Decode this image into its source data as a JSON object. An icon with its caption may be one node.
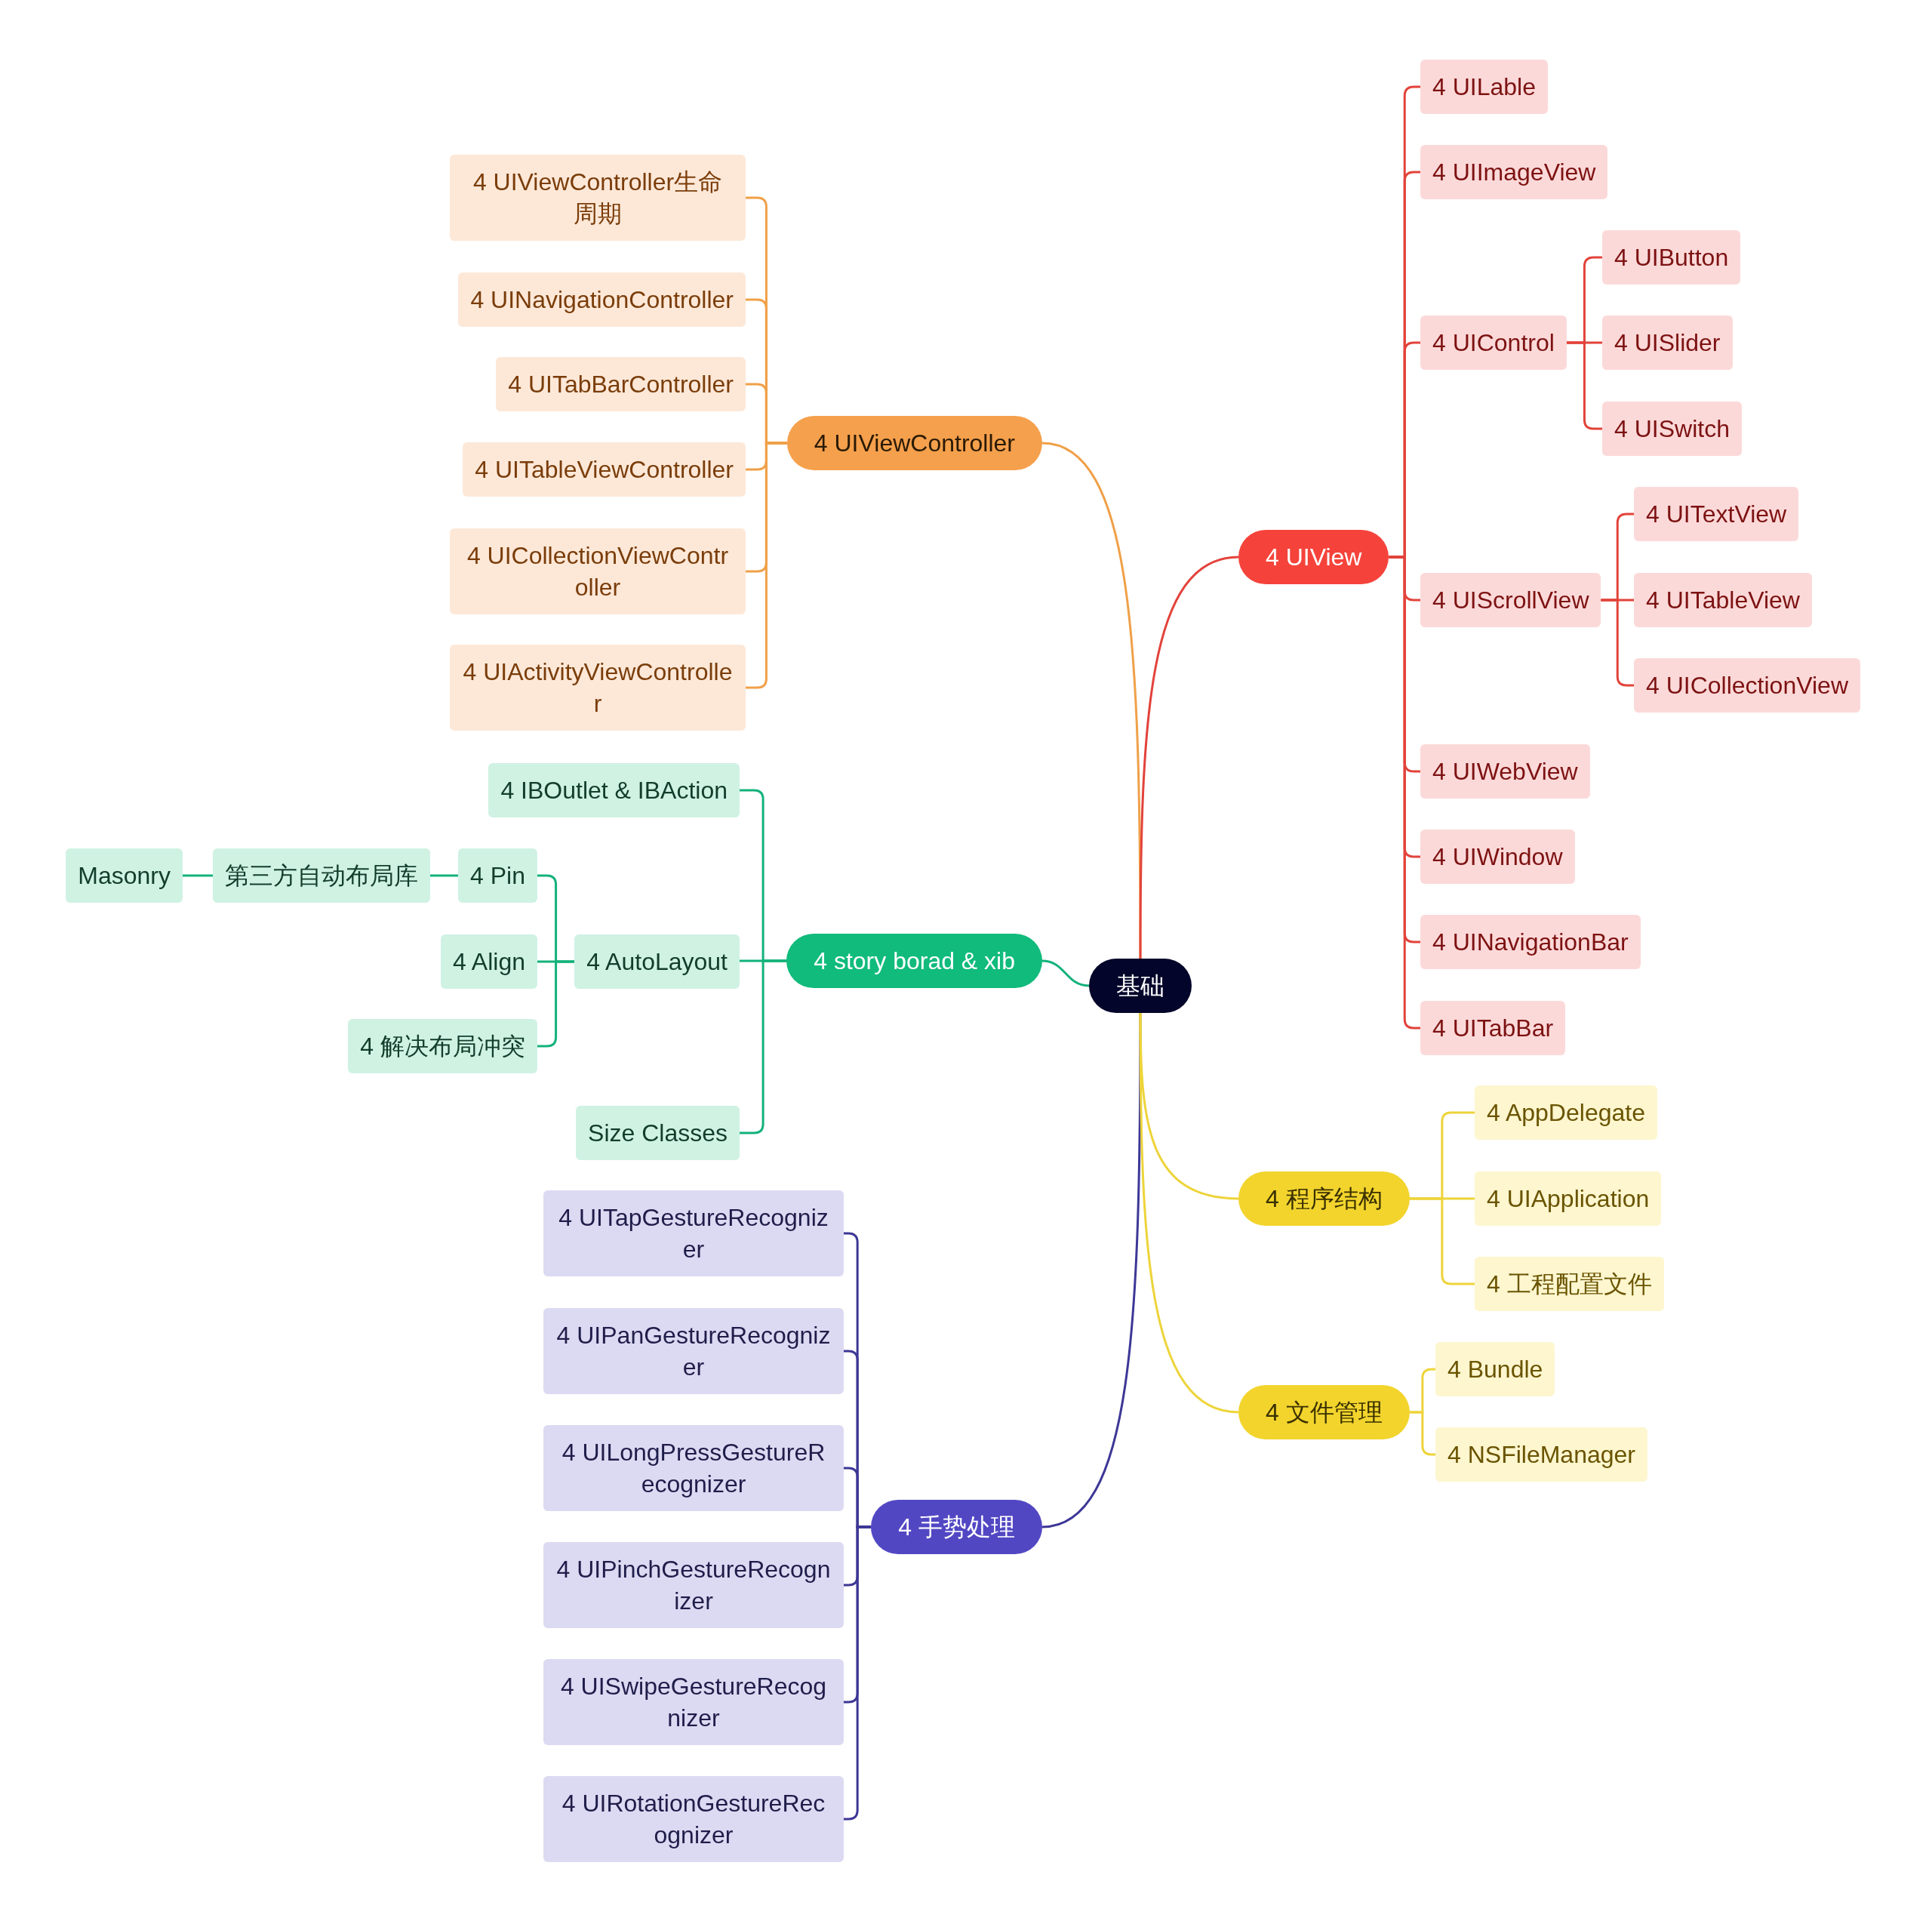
{
  "diagram": {
    "nodes": [
      {
        "text": [
          "基础"
        ]
      },
      {
        "text": [
          "4 UIViewController"
        ]
      },
      {
        "text": [
          "4 UIViewController生命周期"
        ]
      },
      {
        "text": [
          "4 UINavigationController"
        ]
      },
      {
        "text": [
          "4 UITabBarController"
        ]
      },
      {
        "text": [
          "4 UITableViewController"
        ]
      },
      {
        "text": [
          "4 UICollectionViewController"
        ]
      },
      {
        "text": [
          "4 UIActivityViewController"
        ]
      },
      {
        "text": [
          "4 story borad & xib"
        ]
      },
      {
        "text": [
          "4 IBOutlet & IBAction"
        ]
      },
      {
        "text": [
          "4 AutoLayout"
        ]
      },
      {
        "text": [
          "4 Pin"
        ]
      },
      {
        "text": [
          "第三方自动布局库"
        ]
      },
      {
        "text": [
          "Masonry"
        ]
      },
      {
        "text": [
          "4 Align"
        ]
      },
      {
        "text": [
          "4 解决布局冲突"
        ]
      },
      {
        "text": [
          "Size Classes"
        ]
      },
      {
        "text": [
          "4 手势处理"
        ]
      },
      {
        "text": [
          "4 UITapGestureRecognizer"
        ]
      },
      {
        "text": [
          "4 UIPanGestureRecognizer"
        ]
      },
      {
        "text": [
          "4 UILongPressGestureRecognizer"
        ]
      },
      {
        "text": [
          "4 UIPinchGestureRecognizer"
        ]
      },
      {
        "text": [
          "4 UISwipeGestureRecognizer"
        ]
      },
      {
        "text": [
          "4 UIRotationGestureRecognizer"
        ]
      },
      {
        "text": [
          "4 UIView"
        ]
      },
      {
        "text": [
          "4 UILable"
        ]
      },
      {
        "text": [
          "4 UIImageView"
        ]
      },
      {
        "text": [
          "4 UIControl"
        ]
      },
      {
        "text": [
          "4 UIButton"
        ]
      },
      {
        "text": [
          "4 UISlider"
        ]
      },
      {
        "text": [
          "4 UISwitch"
        ]
      },
      {
        "text": [
          "4 UIScrollView"
        ]
      },
      {
        "text": [
          "4 UITextView"
        ]
      },
      {
        "text": [
          "4 UITableView"
        ]
      },
      {
        "text": [
          "4 UICollectionView"
        ]
      },
      {
        "text": [
          "4 UIWebView"
        ]
      },
      {
        "text": [
          "4 UIWindow"
        ]
      },
      {
        "text": [
          "4 UINavigationBar"
        ]
      },
      {
        "text": [
          "4 UITabBar"
        ]
      },
      {
        "text": [
          "4 程序结构"
        ]
      },
      {
        "text": [
          "4 AppDelegate"
        ]
      },
      {
        "text": [
          "4 UIApplication"
        ]
      },
      {
        "text": [
          "4 工程配置文件"
        ]
      },
      {
        "text": [
          "4 文件管理"
        ]
      },
      {
        "text": [
          "4 Bundle"
        ]
      },
      {
        "text": [
          "4 NSFileManager"
        ]
      }
    ],
    "edges": [
      {
        "from": 0,
        "to": 1,
        "arrow": "none",
        "color": "#f0a048"
      },
      {
        "from": 1,
        "to": 2,
        "arrow": "none",
        "color": "#f0a048"
      },
      {
        "from": 1,
        "to": 3,
        "arrow": "none",
        "color": "#f0a048"
      },
      {
        "from": 1,
        "to": 4,
        "arrow": "none",
        "color": "#f0a048"
      },
      {
        "from": 1,
        "to": 5,
        "arrow": "none",
        "color": "#f0a048"
      },
      {
        "from": 1,
        "to": 6,
        "arrow": "none",
        "color": "#f0a048"
      },
      {
        "from": 1,
        "to": 7,
        "arrow": "none",
        "color": "#f0a048"
      },
      {
        "from": 0,
        "to": 8,
        "arrow": "none",
        "color": "#13b27a"
      },
      {
        "from": 8,
        "to": 9,
        "arrow": "none",
        "color": "#13b27a"
      },
      {
        "from": 8,
        "to": 10,
        "arrow": "none",
        "color": "#13b27a"
      },
      {
        "from": 10,
        "to": 11,
        "arrow": "none",
        "color": "#13b27a"
      },
      {
        "from": 11,
        "to": 12,
        "arrow": "none",
        "color": "#13b27a"
      },
      {
        "from": 12,
        "to": 13,
        "arrow": "none",
        "color": "#13b27a"
      },
      {
        "from": 10,
        "to": 14,
        "arrow": "none",
        "color": "#13b27a"
      },
      {
        "from": 10,
        "to": 15,
        "arrow": "none",
        "color": "#13b27a"
      },
      {
        "from": 8,
        "to": 16,
        "arrow": "none",
        "color": "#13b27a"
      },
      {
        "from": 0,
        "to": 17,
        "arrow": "none",
        "color": "#3d3796"
      },
      {
        "from": 17,
        "to": 18,
        "arrow": "none",
        "color": "#3d3796"
      },
      {
        "from": 17,
        "to": 19,
        "arrow": "none",
        "color": "#3d3796"
      },
      {
        "from": 17,
        "to": 20,
        "arrow": "none",
        "color": "#3d3796"
      },
      {
        "from": 17,
        "to": 21,
        "arrow": "none",
        "color": "#3d3796"
      },
      {
        "from": 17,
        "to": 22,
        "arrow": "none",
        "color": "#3d3796"
      },
      {
        "from": 17,
        "to": 23,
        "arrow": "none",
        "color": "#3d3796"
      },
      {
        "from": 0,
        "to": 24,
        "arrow": "none",
        "color": "#e2433b"
      },
      {
        "from": 24,
        "to": 25,
        "arrow": "none",
        "color": "#e2433b"
      },
      {
        "from": 24,
        "to": 26,
        "arrow": "none",
        "color": "#e2433b"
      },
      {
        "from": 24,
        "to": 27,
        "arrow": "none",
        "color": "#e2433b"
      },
      {
        "from": 27,
        "to": 28,
        "arrow": "none",
        "color": "#e2433b"
      },
      {
        "from": 27,
        "to": 29,
        "arrow": "none",
        "color": "#e2433b"
      },
      {
        "from": 27,
        "to": 30,
        "arrow": "none",
        "color": "#e2433b"
      },
      {
        "from": 24,
        "to": 31,
        "arrow": "none",
        "color": "#e2433b"
      },
      {
        "from": 31,
        "to": 32,
        "arrow": "none",
        "color": "#e2433b"
      },
      {
        "from": 31,
        "to": 33,
        "arrow": "none",
        "color": "#e2433b"
      },
      {
        "from": 31,
        "to": 34,
        "arrow": "none",
        "color": "#e2433b"
      },
      {
        "from": 24,
        "to": 35,
        "arrow": "none",
        "color": "#e2433b"
      },
      {
        "from": 24,
        "to": 36,
        "arrow": "none",
        "color": "#e2433b"
      },
      {
        "from": 24,
        "to": 37,
        "arrow": "none",
        "color": "#e2433b"
      },
      {
        "from": 24,
        "to": 38,
        "arrow": "none",
        "color": "#e2433b"
      },
      {
        "from": 0,
        "to": 39,
        "arrow": "none",
        "color": "#edd43a"
      },
      {
        "from": 39,
        "to": 40,
        "arrow": "none",
        "color": "#edd43a"
      },
      {
        "from": 39,
        "to": 41,
        "arrow": "none",
        "color": "#edd43a"
      },
      {
        "from": 39,
        "to": 42,
        "arrow": "none",
        "color": "#edd43a"
      },
      {
        "from": 0,
        "to": 43,
        "arrow": "none",
        "color": "#edd43a"
      },
      {
        "from": 43,
        "to": 44,
        "arrow": "none",
        "color": "#edd43a"
      },
      {
        "from": 43,
        "to": 45,
        "arrow": "none",
        "color": "#edd43a"
      }
    ]
  }
}
